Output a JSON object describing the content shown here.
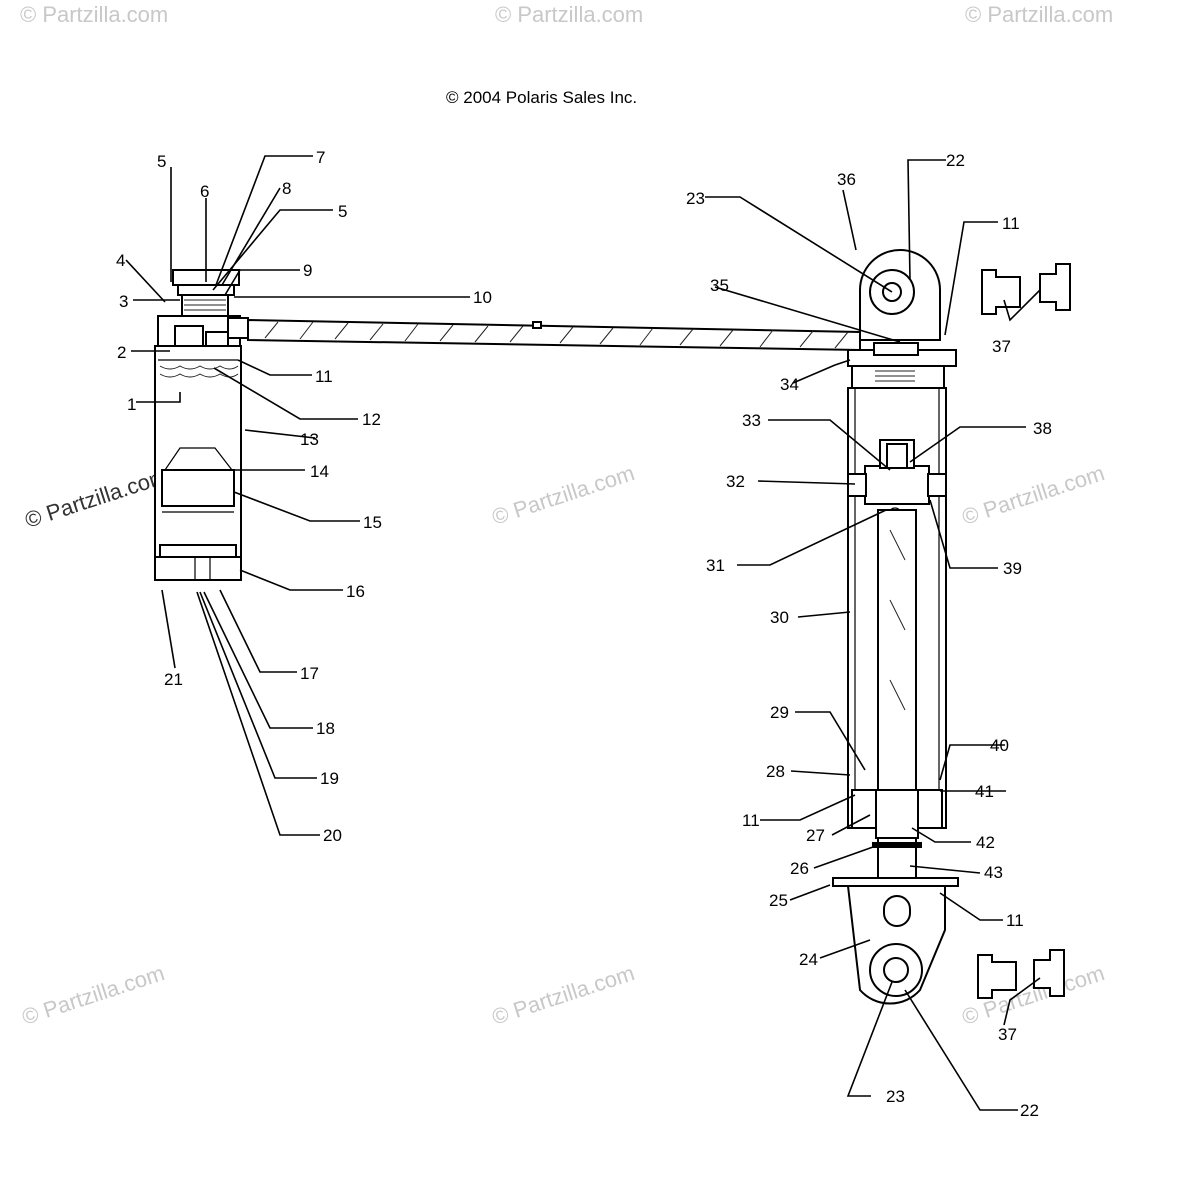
{
  "copyright": "© 2004 Polaris Sales Inc.",
  "watermark": "© Partzilla.com",
  "callouts": [
    {
      "id": "c1",
      "text": "1"
    },
    {
      "id": "c2",
      "text": "2"
    },
    {
      "id": "c3",
      "text": "3"
    },
    {
      "id": "c4",
      "text": "4"
    },
    {
      "id": "c5a",
      "text": "5"
    },
    {
      "id": "c5b",
      "text": "5"
    },
    {
      "id": "c6",
      "text": "6"
    },
    {
      "id": "c7",
      "text": "7"
    },
    {
      "id": "c8",
      "text": "8"
    },
    {
      "id": "c9",
      "text": "9"
    },
    {
      "id": "c10",
      "text": "10"
    },
    {
      "id": "c11a",
      "text": "11"
    },
    {
      "id": "c11b",
      "text": "11"
    },
    {
      "id": "c11c",
      "text": "11"
    },
    {
      "id": "c11d",
      "text": "11"
    },
    {
      "id": "c12",
      "text": "12"
    },
    {
      "id": "c13",
      "text": "13"
    },
    {
      "id": "c14",
      "text": "14"
    },
    {
      "id": "c15",
      "text": "15"
    },
    {
      "id": "c16",
      "text": "16"
    },
    {
      "id": "c17",
      "text": "17"
    },
    {
      "id": "c18",
      "text": "18"
    },
    {
      "id": "c19",
      "text": "19"
    },
    {
      "id": "c20",
      "text": "20"
    },
    {
      "id": "c21",
      "text": "21"
    },
    {
      "id": "c22a",
      "text": "22"
    },
    {
      "id": "c22b",
      "text": "22"
    },
    {
      "id": "c23a",
      "text": "23"
    },
    {
      "id": "c23b",
      "text": "23"
    },
    {
      "id": "c24",
      "text": "24"
    },
    {
      "id": "c25",
      "text": "25"
    },
    {
      "id": "c26",
      "text": "26"
    },
    {
      "id": "c27",
      "text": "27"
    },
    {
      "id": "c28",
      "text": "28"
    },
    {
      "id": "c29",
      "text": "29"
    },
    {
      "id": "c30",
      "text": "30"
    },
    {
      "id": "c31",
      "text": "31"
    },
    {
      "id": "c32",
      "text": "32"
    },
    {
      "id": "c33",
      "text": "33"
    },
    {
      "id": "c34",
      "text": "34"
    },
    {
      "id": "c35",
      "text": "35"
    },
    {
      "id": "c36",
      "text": "36"
    },
    {
      "id": "c37a",
      "text": "37"
    },
    {
      "id": "c37b",
      "text": "37"
    },
    {
      "id": "c38",
      "text": "38"
    },
    {
      "id": "c39",
      "text": "39"
    },
    {
      "id": "c40",
      "text": "40"
    },
    {
      "id": "c41",
      "text": "41"
    },
    {
      "id": "c42",
      "text": "42"
    },
    {
      "id": "c43",
      "text": "43"
    }
  ]
}
